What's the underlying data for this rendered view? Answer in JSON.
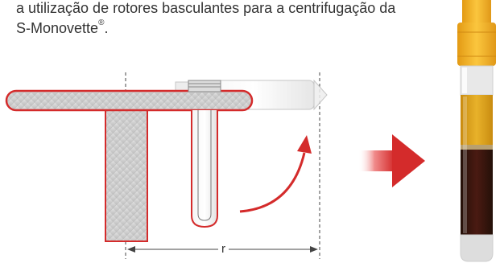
{
  "text": {
    "line1": "a utilização de rotores basculantes para a centrifugação da",
    "line2_prefix": "S-Monovette",
    "line2_sup": "®",
    "line2_suffix": "."
  },
  "diagram": {
    "radius_label": "r"
  },
  "colors": {
    "accent_red": "#d42b2b",
    "text": "#333333",
    "gray": "#c8c8c8",
    "tube_cap": "#f5b830",
    "serum": "#d9a220",
    "blood": "#3a1410"
  },
  "icons": {
    "arrow": "arrow-right-icon",
    "curved_arrow": "curved-arrow-icon"
  }
}
